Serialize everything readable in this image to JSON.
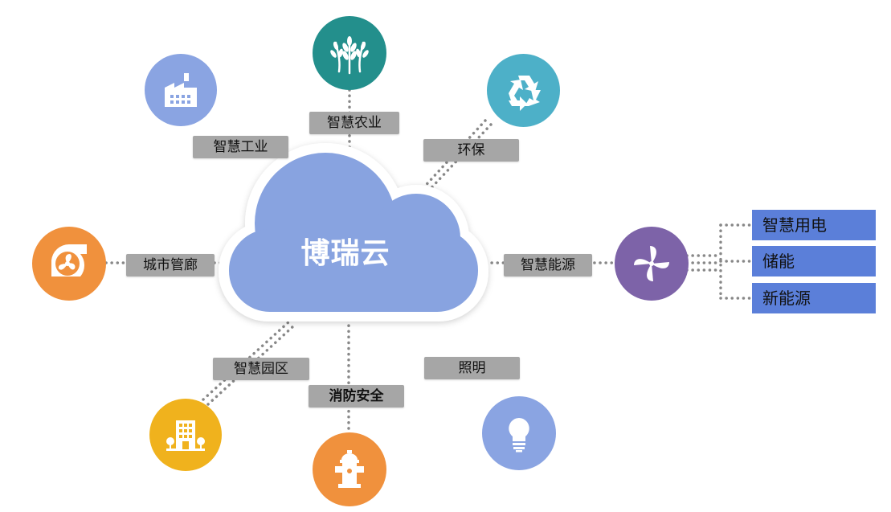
{
  "center": {
    "title": "博瑞云"
  },
  "modules": [
    {
      "id": "smart-industry",
      "label": "智慧工业",
      "icon": "factory-icon",
      "color": "#8aa4e2"
    },
    {
      "id": "smart-agriculture",
      "label": "智慧农业",
      "icon": "wheat-icon",
      "color": "#238f8c"
    },
    {
      "id": "environment",
      "label": "环保",
      "icon": "recycle-icon",
      "color": "#4db0c8"
    },
    {
      "id": "utility-tunnel",
      "label": "城市管廊",
      "icon": "fan-duct-icon",
      "color": "#f0913d"
    },
    {
      "id": "smart-energy",
      "label": "智慧能源",
      "icon": "windmill-icon",
      "color": "#7d63a8"
    },
    {
      "id": "smart-park",
      "label": "智慧园区",
      "icon": "building-icon",
      "color": "#f0b21d"
    },
    {
      "id": "fire-safety",
      "label": "消防安全",
      "icon": "fire-hydrant-icon",
      "color": "#f0913d"
    },
    {
      "id": "lighting",
      "label": "照明",
      "icon": "lightbulb-icon",
      "color": "#8aa4e2"
    }
  ],
  "energy_submodules": [
    "智慧用电",
    "储能",
    "新能源"
  ],
  "colors": {
    "label_bg": "#a6a6a6",
    "submodule_bg": "#5b7fd9",
    "cloud": "#88a3e0",
    "connector": "#888888"
  }
}
